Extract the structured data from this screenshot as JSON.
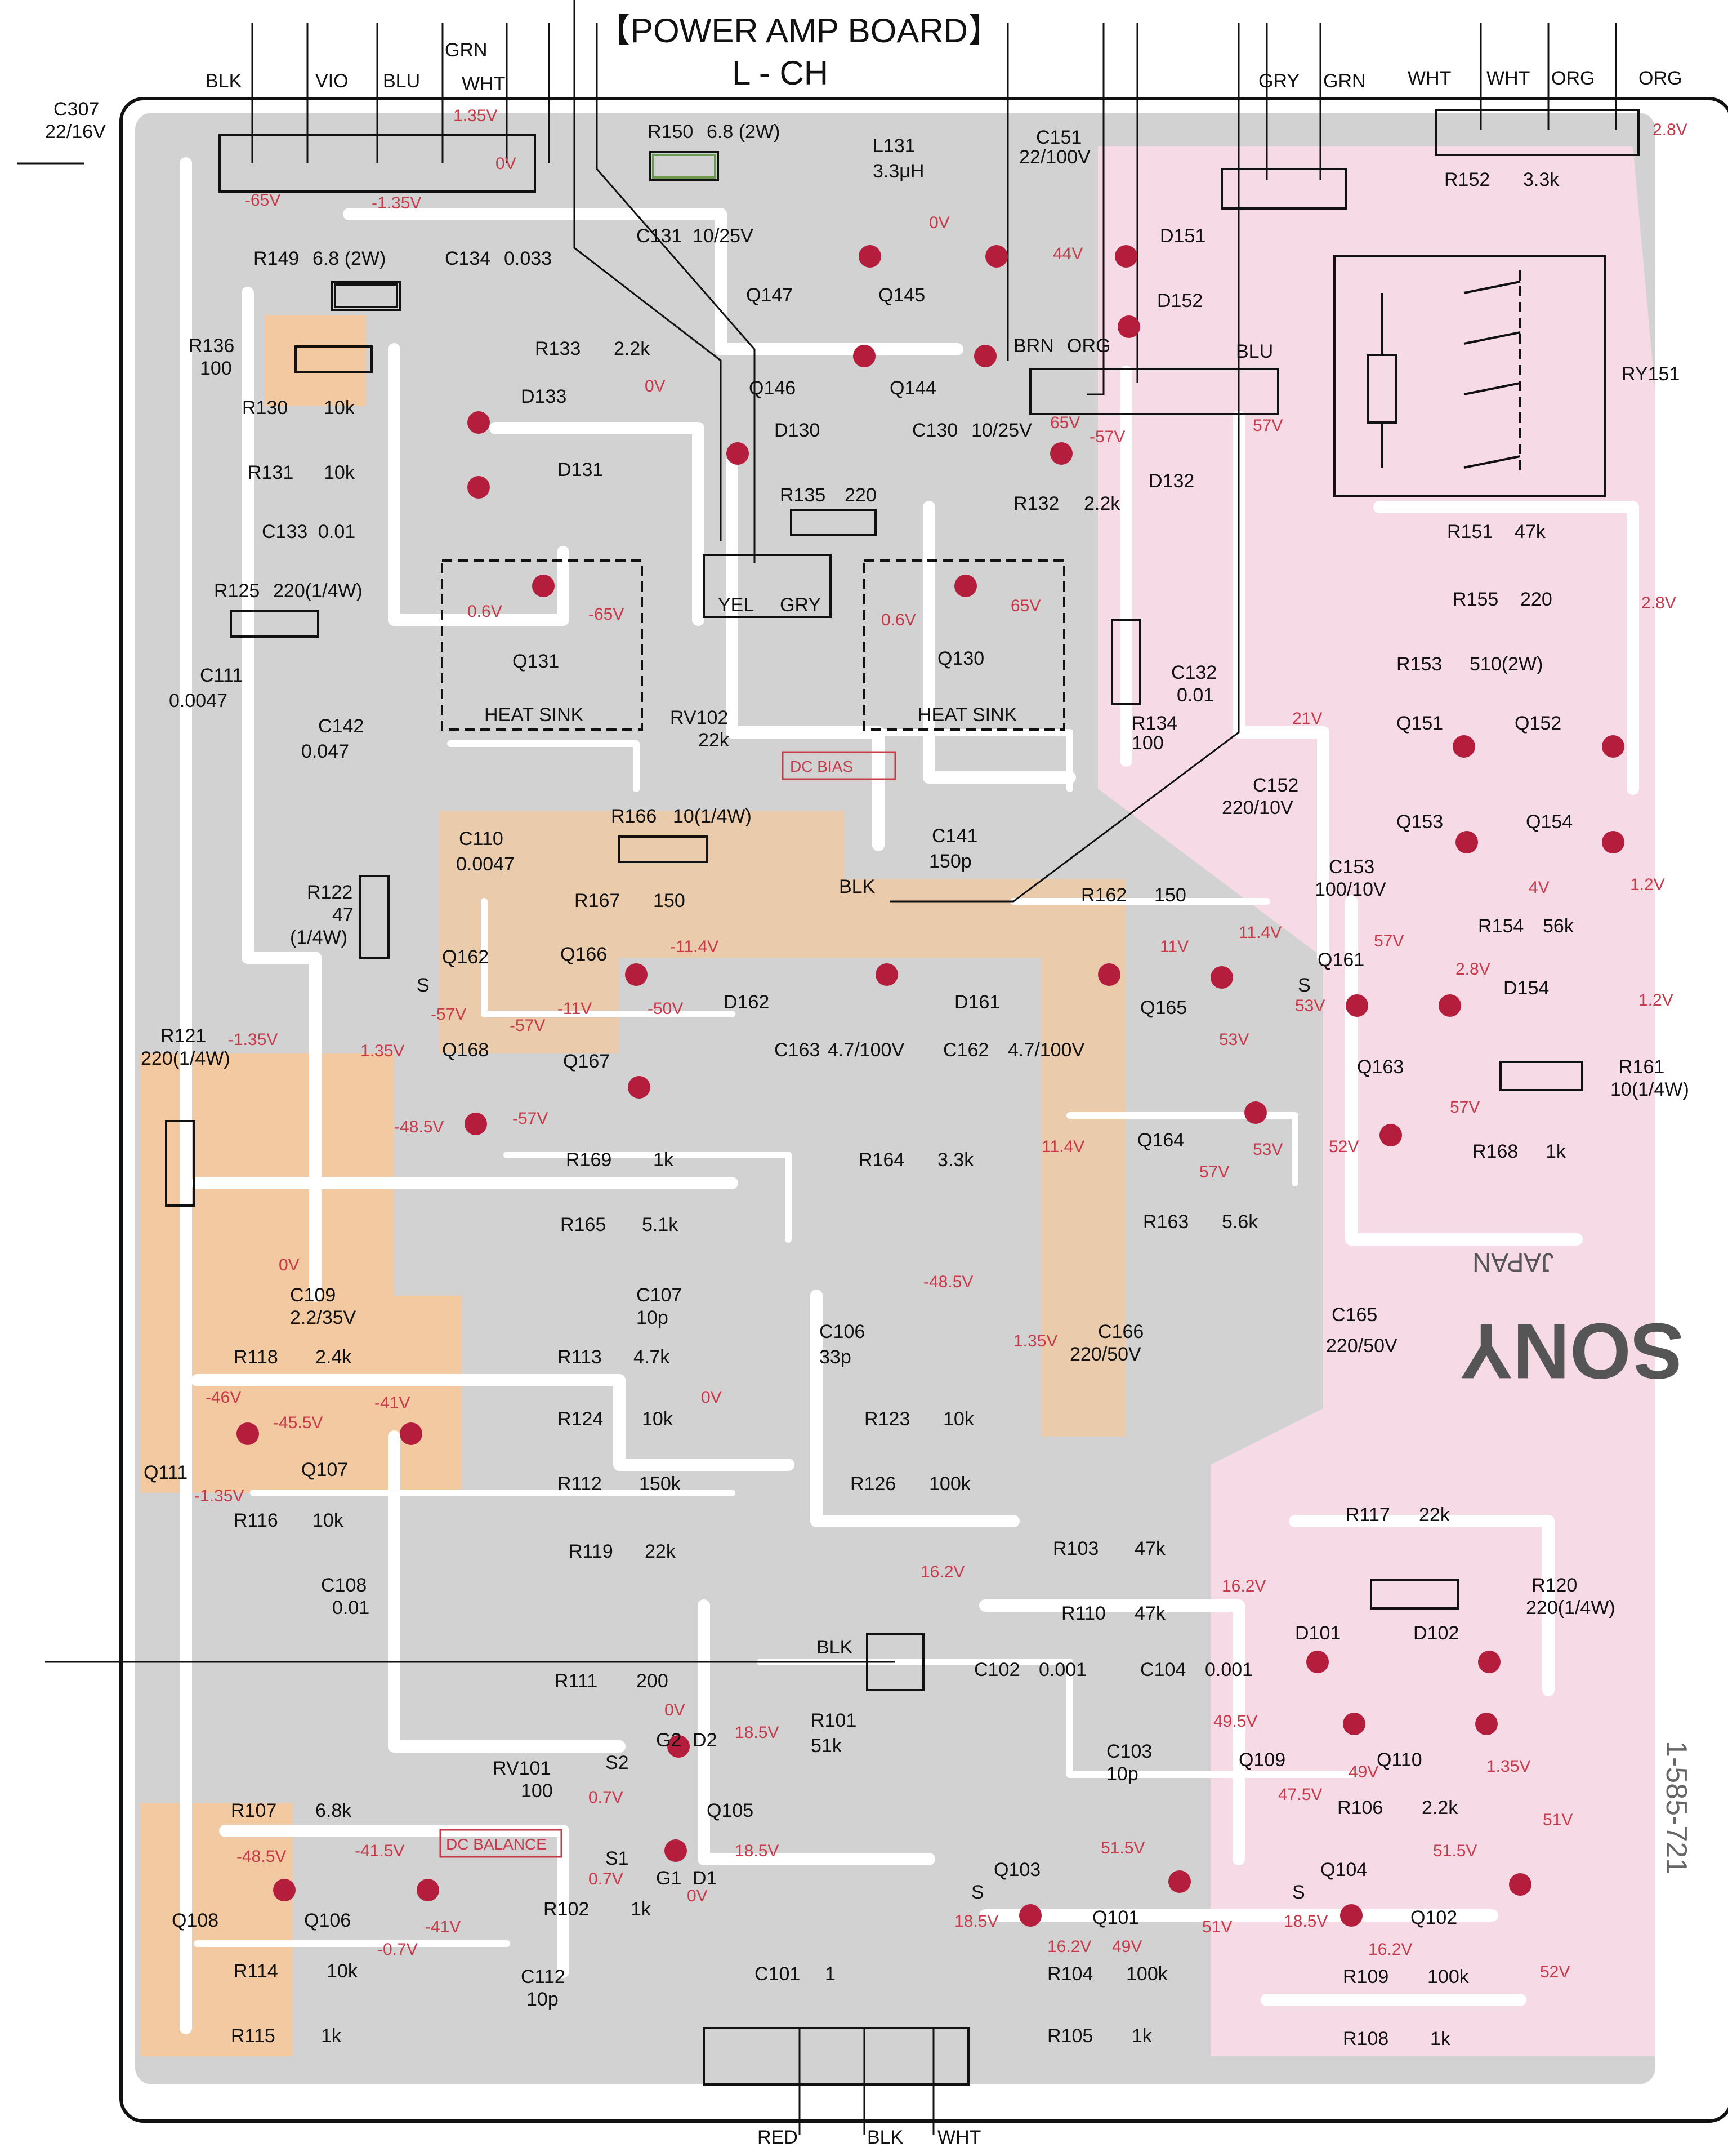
{
  "title": {
    "main": "【POWER AMP BOARD】",
    "sub": "L - CH"
  },
  "brand": {
    "sony": "SONY",
    "japan": "JAPAN",
    "part_number": "1-585-721"
  },
  "colors": {
    "board": "#d2d2d2",
    "trace": "#ffffff",
    "solder_pad": "#b51d3c",
    "voltage_text": "#c83a4a",
    "copper_highlight": "#f2c9a0",
    "pink_region": "#f6dbe6",
    "ink": "#111111"
  },
  "wires_top": [
    {
      "id": "w-blk",
      "label": "BLK"
    },
    {
      "id": "w-vio",
      "label": "VIO"
    },
    {
      "id": "w-blu",
      "label": "BLU"
    },
    {
      "id": "w-grn",
      "label": "GRN"
    },
    {
      "id": "w-wht",
      "label": "WHT"
    },
    {
      "id": "w-gry",
      "label": "GRY"
    },
    {
      "id": "w-grn2",
      "label": "GRN"
    },
    {
      "id": "w-wht2",
      "label": "WHT"
    },
    {
      "id": "w-wht3",
      "label": "WHT"
    },
    {
      "id": "w-org",
      "label": "ORG"
    },
    {
      "id": "w-org2",
      "label": "ORG"
    }
  ],
  "wires_bottom": [
    {
      "id": "w-red",
      "label": "RED"
    },
    {
      "id": "w-blk-b",
      "label": "BLK"
    },
    {
      "id": "w-wht-b",
      "label": "WHT"
    }
  ],
  "connectors": [
    {
      "id": "brn",
      "label": "BRN"
    },
    {
      "id": "org",
      "label": "ORG"
    },
    {
      "id": "blu",
      "label": "BLU"
    },
    {
      "id": "yel",
      "label": "YEL"
    },
    {
      "id": "gry",
      "label": "GRY"
    },
    {
      "id": "blk-mid",
      "label": "BLK"
    },
    {
      "id": "blk-low",
      "label": "BLK"
    }
  ],
  "heat_sinks": [
    "HEAT SINK",
    "HEAT SINK"
  ],
  "adjustments": {
    "dc_bias": "DC BIAS",
    "dc_balance": "DC BALANCE"
  },
  "components": [
    {
      "ref": "C307",
      "value": "22/16V"
    },
    {
      "ref": "R150",
      "value": "6.8 (2W)"
    },
    {
      "ref": "L131",
      "value": "3.3μH"
    },
    {
      "ref": "C151",
      "value": "22/100V"
    },
    {
      "ref": "R152",
      "value": "3.3k"
    },
    {
      "ref": "C134",
      "value": "0.033"
    },
    {
      "ref": "C131",
      "value": "10/25V"
    },
    {
      "ref": "R149",
      "value": "6.8 (2W)"
    },
    {
      "ref": "R136",
      "value": "100"
    },
    {
      "ref": "R133",
      "value": "2.2k"
    },
    {
      "ref": "R130",
      "value": "10k"
    },
    {
      "ref": "R131",
      "value": "10k"
    },
    {
      "ref": "C133",
      "value": "0.01"
    },
    {
      "ref": "R125",
      "value": "220(1/4W)"
    },
    {
      "ref": "C111",
      "value": "0.0047"
    },
    {
      "ref": "C142",
      "value": "0.047"
    },
    {
      "ref": "R122",
      "value": "47"
    },
    {
      "ref": "R122-rating",
      "value": "(1/4W)"
    },
    {
      "ref": "C110",
      "value": "0.0047"
    },
    {
      "ref": "R166",
      "value": "10(1/4W)"
    },
    {
      "ref": "C141",
      "value": "150p"
    },
    {
      "ref": "R167",
      "value": "150"
    },
    {
      "ref": "R135",
      "value": "220"
    },
    {
      "ref": "R132",
      "value": "2.2k"
    },
    {
      "ref": "C130",
      "value": "10/25V"
    },
    {
      "ref": "RV102",
      "value": "22k"
    },
    {
      "ref": "R134",
      "value": "100"
    },
    {
      "ref": "C132",
      "value": "0.01"
    },
    {
      "ref": "R151",
      "value": "47k"
    },
    {
      "ref": "R155",
      "value": "220"
    },
    {
      "ref": "R153",
      "value": "510(2W)"
    },
    {
      "ref": "C152",
      "value": "220/10V"
    },
    {
      "ref": "C153",
      "value": "100/10V"
    },
    {
      "ref": "R162",
      "value": "150"
    },
    {
      "ref": "R154",
      "value": "56k"
    },
    {
      "ref": "R121",
      "value": "220(1/4W)"
    },
    {
      "ref": "C163",
      "value": "4.7/100V"
    },
    {
      "ref": "C162",
      "value": "4.7/100V"
    },
    {
      "ref": "R161",
      "value": "10(1/4W)"
    },
    {
      "ref": "R169",
      "value": "1k"
    },
    {
      "ref": "R164",
      "value": "3.3k"
    },
    {
      "ref": "R168",
      "value": "1k"
    },
    {
      "ref": "R165",
      "value": "5.1k"
    },
    {
      "ref": "R163",
      "value": "5.6k"
    },
    {
      "ref": "C109",
      "value": "2.2/35V"
    },
    {
      "ref": "C107",
      "value": "10p"
    },
    {
      "ref": "C106",
      "value": "33p"
    },
    {
      "ref": "C165",
      "value": "220/50V"
    },
    {
      "ref": "C166",
      "value": "220/50V"
    },
    {
      "ref": "R118",
      "value": "2.4k"
    },
    {
      "ref": "R113",
      "value": "4.7k"
    },
    {
      "ref": "R124",
      "value": "10k"
    },
    {
      "ref": "R123",
      "value": "10k"
    },
    {
      "ref": "R112",
      "value": "150k"
    },
    {
      "ref": "R126",
      "value": "100k"
    },
    {
      "ref": "R116",
      "value": "10k"
    },
    {
      "ref": "R117",
      "value": "22k"
    },
    {
      "ref": "R119",
      "value": "22k"
    },
    {
      "ref": "R103",
      "value": "47k"
    },
    {
      "ref": "C108",
      "value": "0.01"
    },
    {
      "ref": "R120",
      "value": "220(1/4W)"
    },
    {
      "ref": "R110",
      "value": "47k"
    },
    {
      "ref": "R111",
      "value": "200"
    },
    {
      "ref": "C102",
      "value": "0.001"
    },
    {
      "ref": "C104",
      "value": "0.001"
    },
    {
      "ref": "R101",
      "value": "51k"
    },
    {
      "ref": "RV101",
      "value": "100"
    },
    {
      "ref": "C103",
      "value": "10p"
    },
    {
      "ref": "R107",
      "value": "6.8k"
    },
    {
      "ref": "R106",
      "value": "2.2k"
    },
    {
      "ref": "R102",
      "value": "1k"
    },
    {
      "ref": "R114",
      "value": "10k"
    },
    {
      "ref": "C112",
      "value": "10p"
    },
    {
      "ref": "C101",
      "value": "1"
    },
    {
      "ref": "R104",
      "value": "100k"
    },
    {
      "ref": "R109",
      "value": "100k"
    },
    {
      "ref": "R115",
      "value": "1k"
    },
    {
      "ref": "R105",
      "value": "1k"
    },
    {
      "ref": "R108",
      "value": "1k"
    }
  ],
  "semiconductors": [
    "Q147",
    "Q145",
    "Q146",
    "Q144",
    "D151",
    "D152",
    "RY151",
    "D133",
    "D131",
    "D130",
    "D132",
    "Q131",
    "Q130",
    "Q151",
    "Q152",
    "Q153",
    "Q154",
    "Q162",
    "Q166",
    "D162",
    "D161",
    "Q165",
    "Q161",
    "D154",
    "Q168",
    "Q167",
    "Q163",
    "Q164",
    "Q111",
    "Q107",
    "D101",
    "D102",
    "Q109",
    "Q110",
    "Q105",
    "Q103",
    "Q104",
    "Q108",
    "Q106",
    "Q101",
    "Q102"
  ],
  "voltages": [
    "1.35V",
    "-65V",
    "-1.35V",
    "0V",
    "2.8V",
    "0V",
    "44V",
    "65V",
    "-57V",
    "57V",
    "0V",
    "0.6V",
    "-65V",
    "0.6V",
    "65V",
    "2.8V",
    "21V",
    "4V",
    "1.2V",
    "-11.4V",
    "-57V",
    "-11V",
    "-57V",
    "-50V",
    "11V",
    "11.4V",
    "53V",
    "57V",
    "53V",
    "2.8V",
    "1.2V",
    "-1.35V",
    "1.35V",
    "-48.5V",
    "-57V",
    "57V",
    "53V",
    "52V",
    "57V",
    "11.4V",
    "-48.5V",
    "0V",
    "1.35V",
    "0V",
    "-46V",
    "-45.5V",
    "-41V",
    "-1.35V",
    "16.2V",
    "16.2V",
    "0V",
    "18.5V",
    "49.5V",
    "49V",
    "1.35V",
    "0.7V",
    "47.5V",
    "-48.5V",
    "-41.5V",
    "51.5V",
    "51V",
    "51.5V",
    "18.5V",
    "0.7V",
    "0V",
    "18.5V",
    "16.2V",
    "49V",
    "51V",
    "18.5V",
    "16.2V",
    "-0.7V",
    "-41V",
    "52V"
  ],
  "fet_pins": [
    "S2",
    "G2",
    "D2",
    "S1",
    "G1",
    "D1",
    "S",
    "S",
    "S",
    "S"
  ]
}
